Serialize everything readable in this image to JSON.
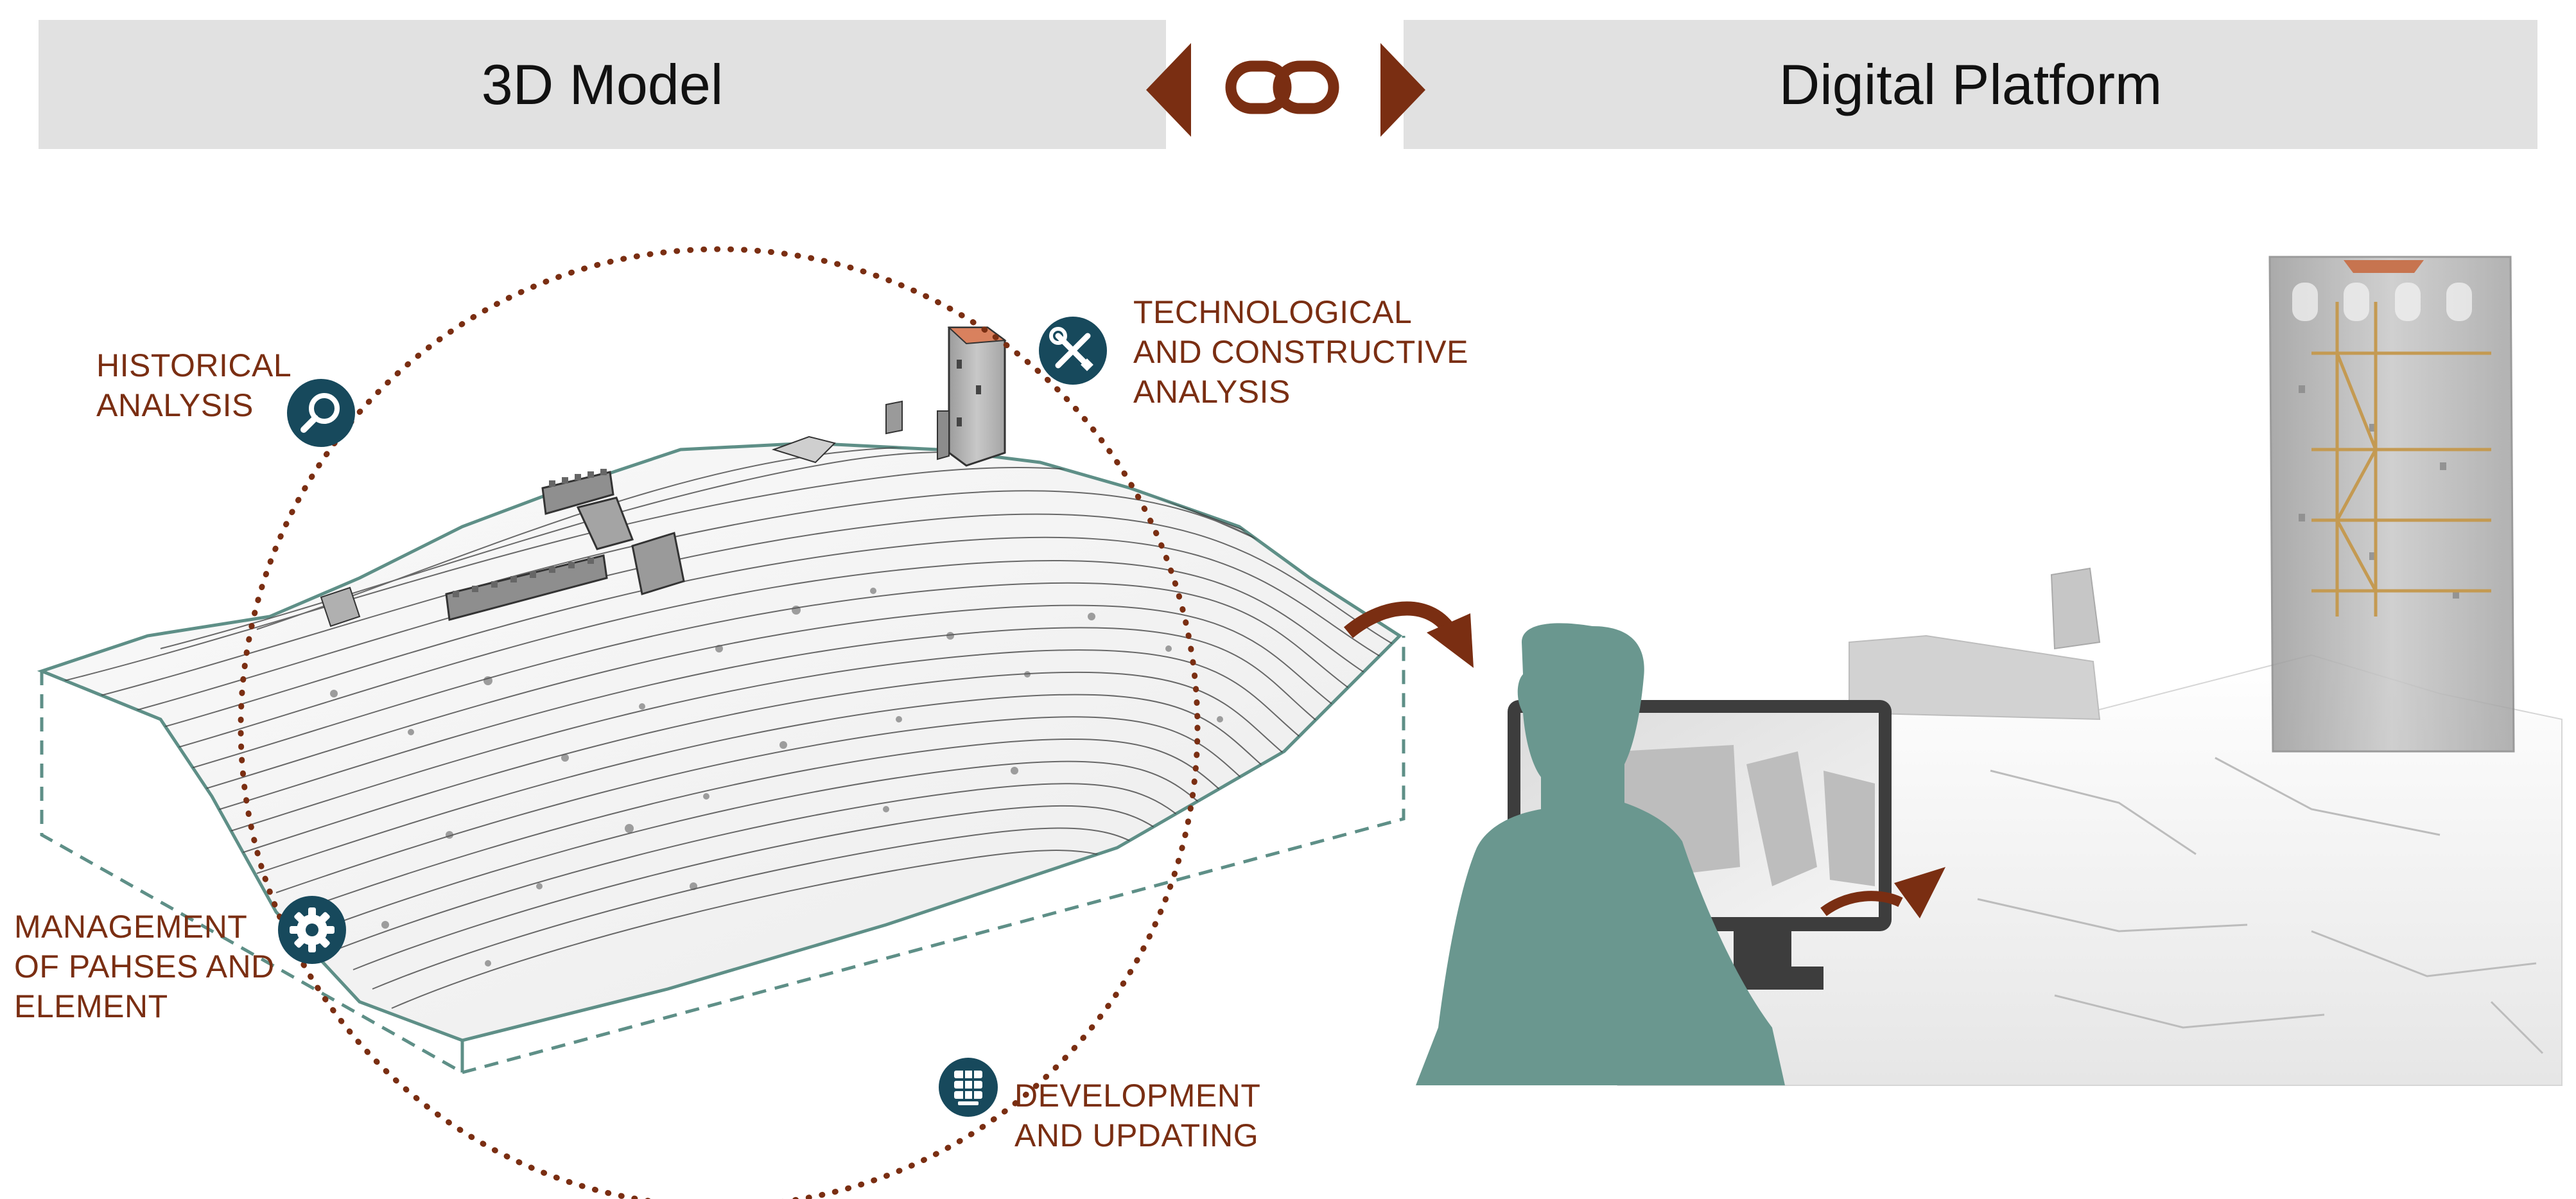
{
  "header": {
    "left_title": "3D Model",
    "right_title": "Digital Platform"
  },
  "link_icon": "chain-link-icon",
  "cycle": {
    "items": [
      {
        "name": "historical-analysis",
        "lines": [
          "HISTORICAL",
          "ANALYSIS"
        ],
        "icon": "magnifier-icon"
      },
      {
        "name": "technological-analysis",
        "lines": [
          "TECHNOLOGICAL",
          "AND CONSTRUCTIVE",
          "ANALYSIS"
        ],
        "icon": "wrench-screwdriver-icon"
      },
      {
        "name": "management",
        "lines": [
          "MANAGEMENT",
          "OF PAHSES AND",
          "ELEMENT"
        ],
        "icon": "gear-icon"
      },
      {
        "name": "development",
        "lines": [
          "DEVELOPMENT",
          "AND UPDATING"
        ],
        "icon": "database-icon"
      }
    ]
  },
  "colors": {
    "accent_brown": "#7a2e12",
    "badge_blue": "#17495c",
    "person_teal": "#6a978f",
    "header_gray": "#e1e1e1"
  }
}
